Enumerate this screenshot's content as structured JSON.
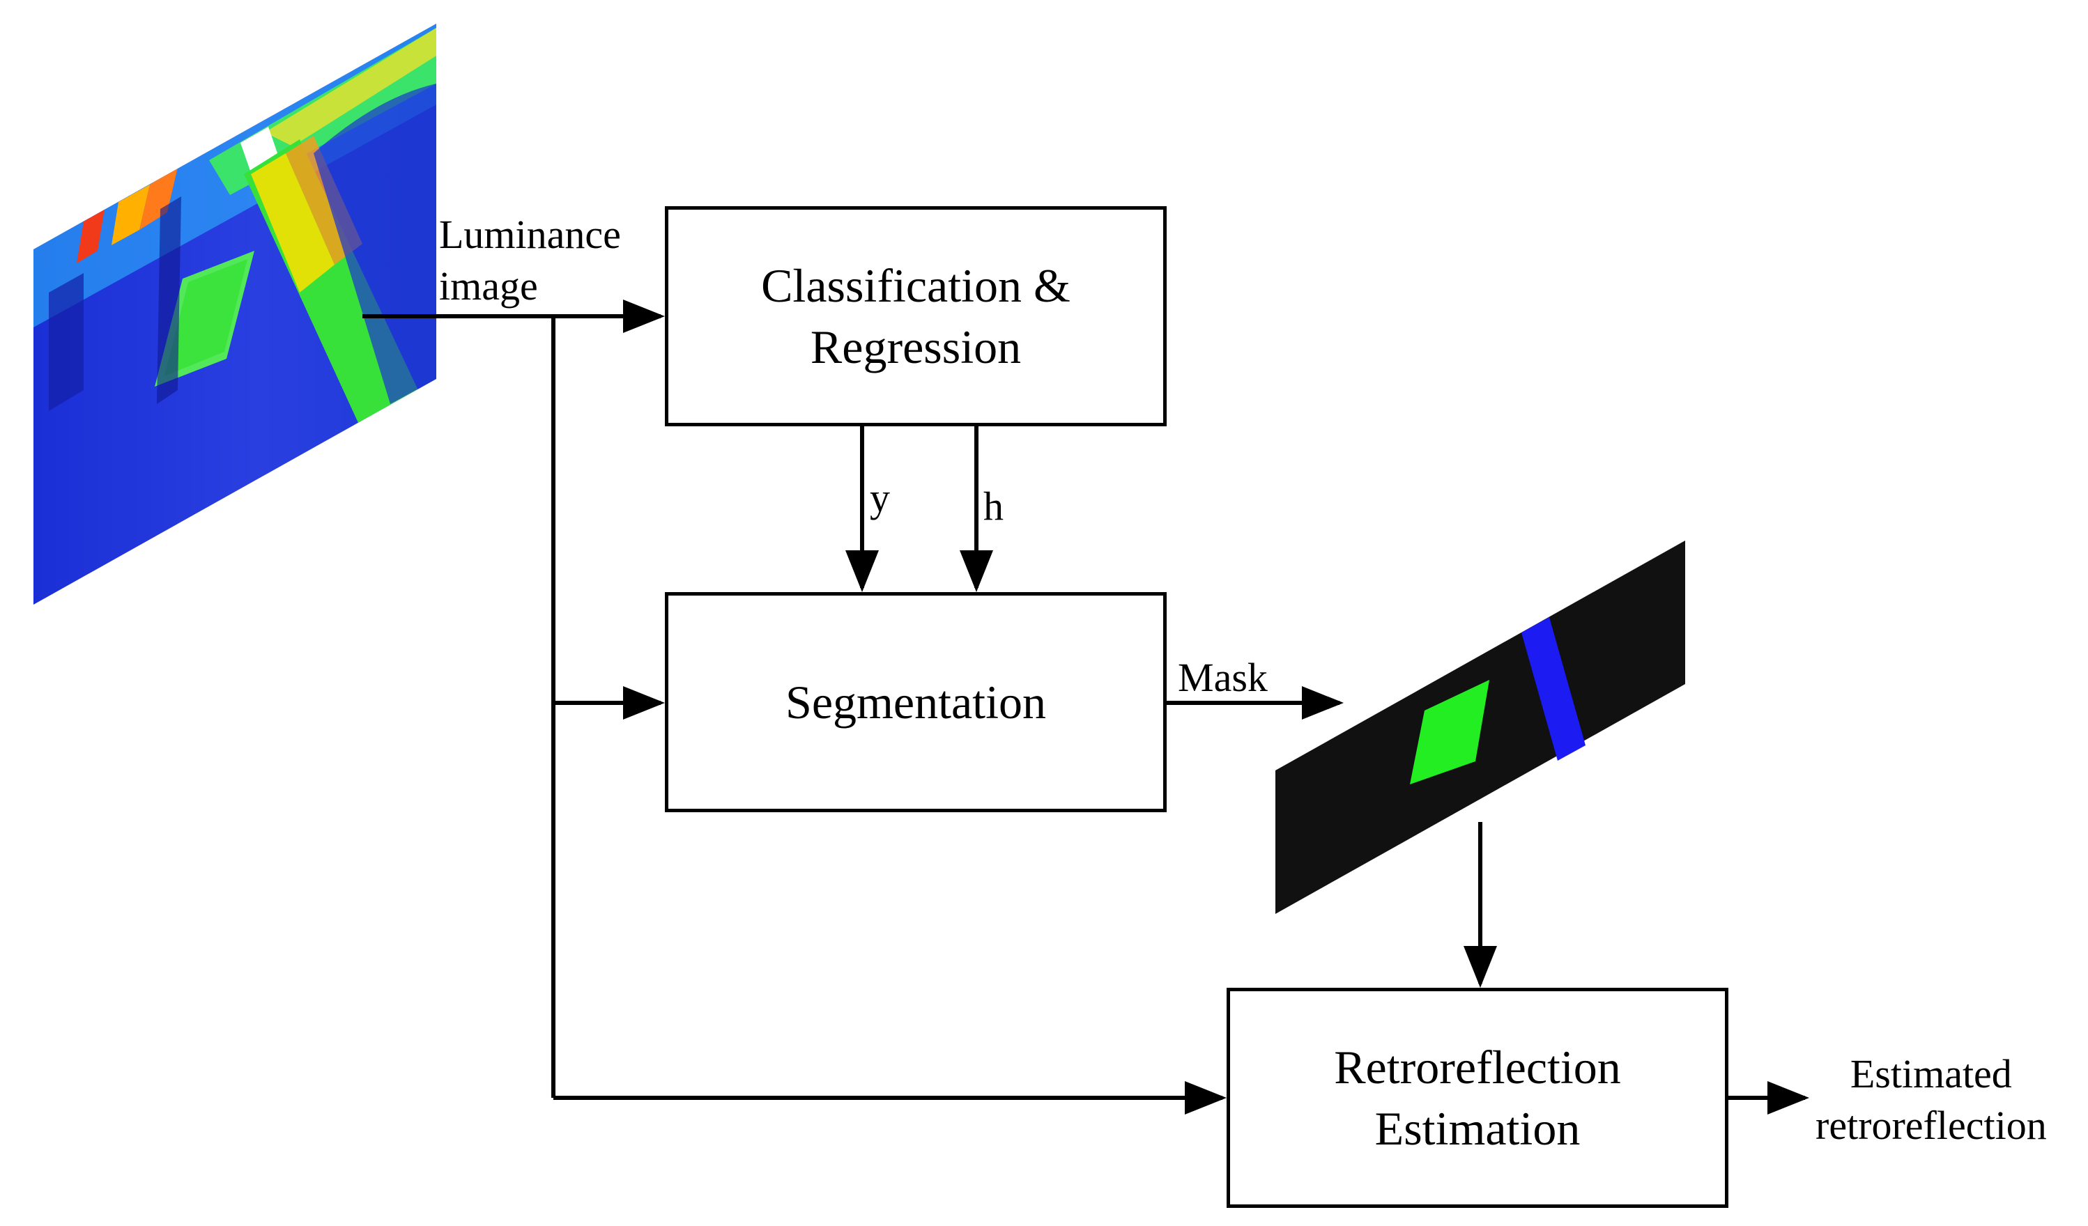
{
  "blocks": {
    "classification": {
      "line1": "Classification &",
      "line2": "Regression"
    },
    "segmentation": {
      "label": "Segmentation"
    },
    "retroreflection": {
      "line1": "Retroreflection",
      "line2": "Estimation"
    }
  },
  "labels": {
    "input": {
      "line1": "Luminance",
      "line2": "image"
    },
    "y": "y",
    "h": "h",
    "mask": "Mask",
    "output": {
      "line1": "Estimated",
      "line2": "retroreflection"
    }
  },
  "colors": {
    "line": "#000000",
    "heatmap_blue": "#1a2fd6",
    "heatmap_green": "#38e13a",
    "heatmap_yellow": "#ffe000",
    "heatmap_red": "#f03a1a",
    "mask_background": "#111111",
    "mask_green": "#22ee22",
    "mask_blue": "#1b1bf2"
  }
}
